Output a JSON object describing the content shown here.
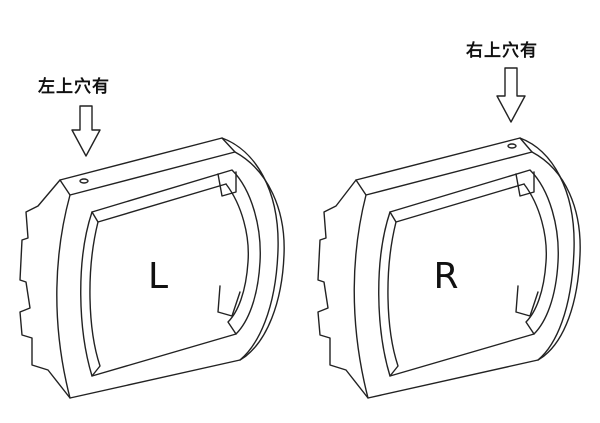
{
  "frames": [
    {
      "id": "left",
      "center_letter": "L",
      "callout": "左上穴有"
    },
    {
      "id": "right",
      "center_letter": "R",
      "callout": "右上穴有"
    }
  ],
  "colors": {
    "line": "#222222",
    "background": "#ffffff"
  },
  "icons": {
    "pointer": "down-arrow-icon",
    "hole": "screw-hole-icon"
  }
}
